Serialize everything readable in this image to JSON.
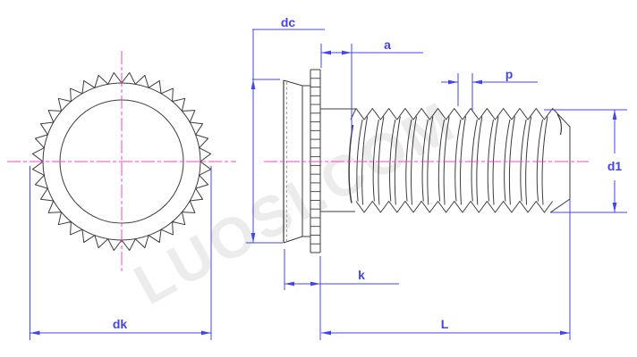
{
  "drawing": {
    "dimension_labels": {
      "dc": "dc",
      "a": "a",
      "p": "p",
      "d1": "d1",
      "k": "k",
      "L": "L",
      "dk": "dk"
    },
    "watermark_text": "LUOSI.COM",
    "colors": {
      "outline": "#3d3d3d",
      "dimension": "#4444ee",
      "centerline": "#ff40c8",
      "hidden_line": "#888888",
      "background": "#ffffff"
    }
  }
}
